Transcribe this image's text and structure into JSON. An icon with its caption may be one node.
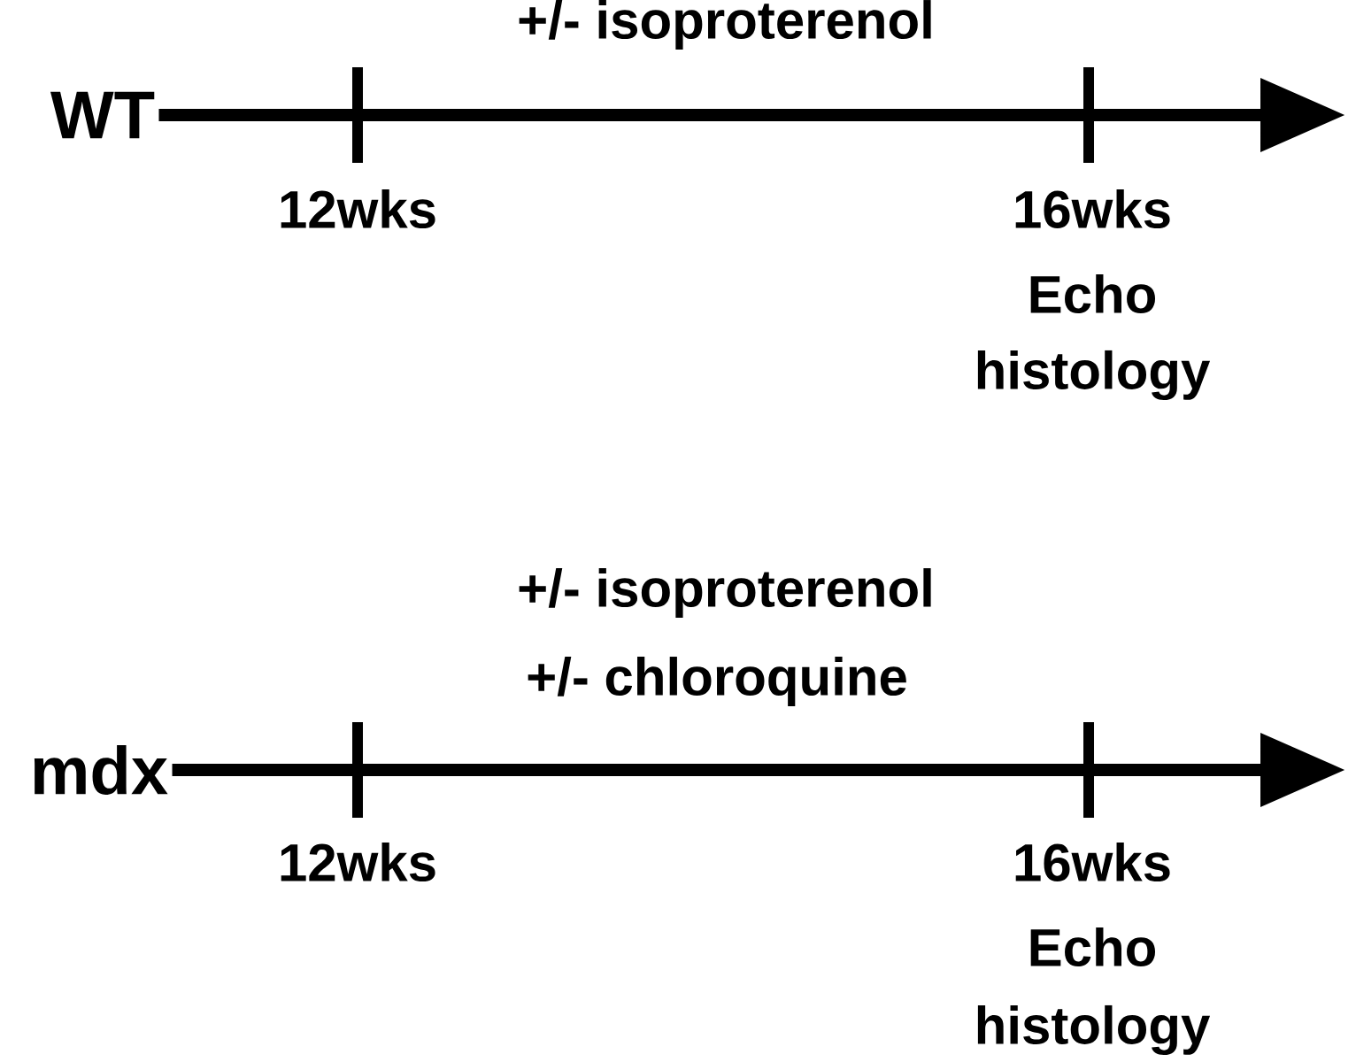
{
  "diagram": {
    "nodes": [
      {
        "text": [
          "WT"
        ]
      },
      {
        "text": [
          "mdx"
        ]
      }
    ],
    "edges": [
      {
        "from": 0,
        "to": null,
        "arrow": "to"
      },
      {
        "from": 1,
        "to": null,
        "arrow": "to"
      }
    ],
    "labels": [
      "+/- isoproterenol",
      "12wks",
      "16wks",
      "Echo",
      "histology",
      "+/- isoproterenol",
      "+/- chloroquine",
      "12wks",
      "16wks",
      "Echo",
      "histology"
    ]
  }
}
